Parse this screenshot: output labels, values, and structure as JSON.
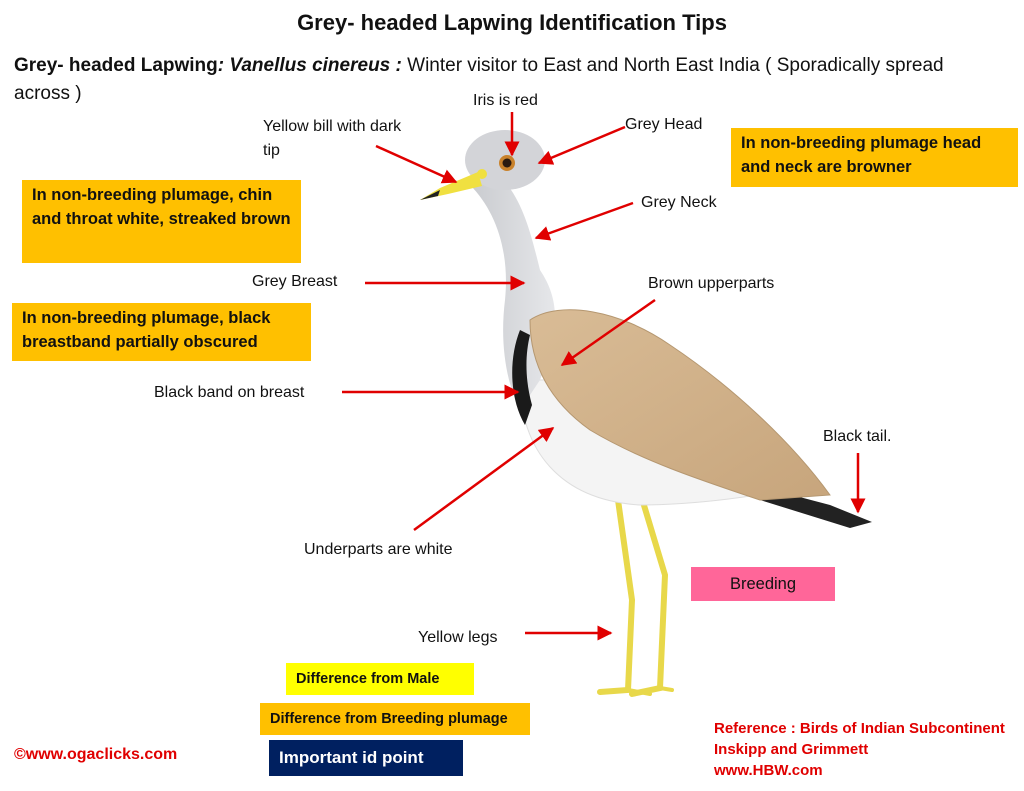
{
  "title": "Grey- headed Lapwing Identification Tips",
  "subtitle": {
    "bold": "Grey- headed Lapwing",
    "scientific": ": Vanellus cinereus :",
    "rest": " Winter visitor to  East and North  East  India ( Sporadically spread across )"
  },
  "labels": {
    "iris": "Iris is  red",
    "bill_line1": "Yellow bill with dark",
    "bill_line2": "tip",
    "grey_head": "Grey Head",
    "grey_neck": "Grey Neck",
    "grey_breast": "Grey Breast",
    "upperparts": "Brown  upperparts",
    "black_band": "Black band on breast",
    "black_tail": "Black tail.",
    "underparts": "Underparts are white",
    "yellow_legs": "Yellow legs"
  },
  "notes": {
    "head_neck": "In non-breeding plumage head and neck are  browner",
    "chin_throat": "In non-breeding plumage, chin and throat white, streaked brown",
    "breastband": "In non-breeding plumage, black breastband partially obscured"
  },
  "legend": {
    "breeding": "Breeding",
    "male": "Difference from Male",
    "breeding_plumage": "Difference from Breeding plumage",
    "important": "Important  id point"
  },
  "credit": "©www.ogaclicks.com",
  "reference": {
    "line1": "Reference : Birds of Indian Subcontinent",
    "line2": "Inskipp and Grimmett",
    "line3": "www.HBW.com"
  },
  "colors": {
    "arrow": "#e00000",
    "orange_box": "#ffc000",
    "yellow_box": "#ffff00",
    "pink_box": "#ff6699",
    "navy_box": "#002060"
  }
}
